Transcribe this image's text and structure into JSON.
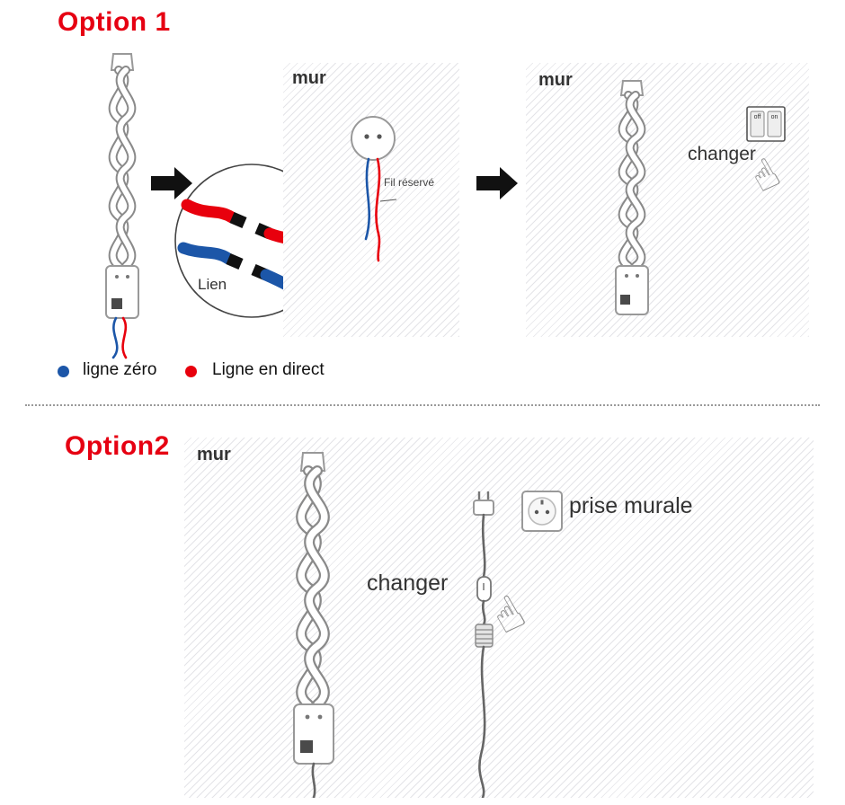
{
  "option1": {
    "title": "Option 1",
    "wall_label_left": "mur",
    "wall_label_right": "mur",
    "reserved_wire_label": "Fil réservé",
    "link_label": "Lien",
    "switch_action_label": "changer",
    "switch_off_label": "off",
    "switch_on_label": "on"
  },
  "option2": {
    "title": "Option2",
    "wall_label": "mur",
    "switch_action_label": "changer",
    "socket_label": "prise murale"
  },
  "legend": {
    "zero_line_label": "ligne zéro",
    "live_line_label": "Ligne en direct"
  },
  "colors": {
    "title_red": "#e60012",
    "wire_red": "#e8000d",
    "wire_blue": "#1c56a8",
    "text": "#333333"
  },
  "icons": {
    "hand_pointer": "☝"
  }
}
